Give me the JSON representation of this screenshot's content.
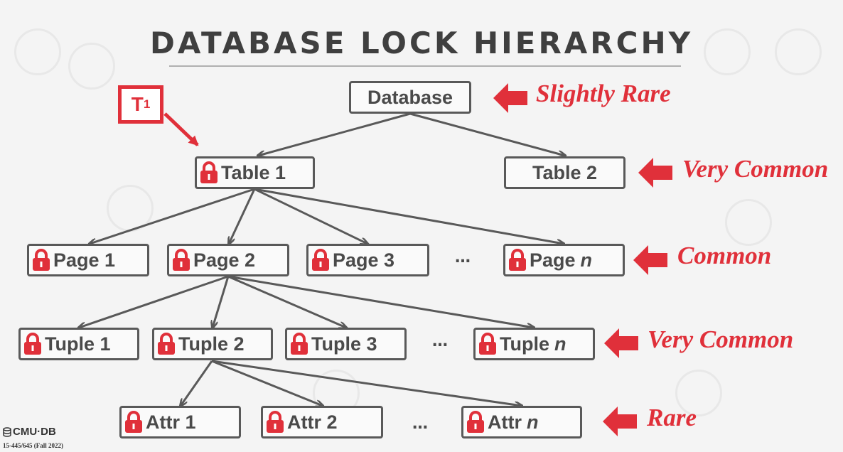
{
  "title": "DATABASE LOCK HIERARCHY",
  "transaction": {
    "label": "T",
    "subscript": "1"
  },
  "nodes": {
    "database": "Database",
    "table1": "Table 1",
    "table2": "Table 2",
    "page1": "Page 1",
    "page2": "Page 2",
    "page3": "Page 3",
    "pageN": {
      "label": "Page",
      "n": "n"
    },
    "tuple1": "Tuple 1",
    "tuple2": "Tuple 2",
    "tuple3": "Tuple 3",
    "tupleN": {
      "label": "Tuple",
      "n": "n"
    },
    "attr1": "Attr 1",
    "attr2": "Attr 2",
    "attrN": {
      "label": "Attr",
      "n": "n"
    }
  },
  "ellipsis": "…",
  "levels": [
    "Slightly Rare",
    "Very Common",
    "Common",
    "Very Common",
    "Rare"
  ],
  "footer": {
    "logo": "CMU·DB",
    "course": "15-445/645 (Fall 2022)"
  },
  "colors": {
    "accent": "#e0303a",
    "node_border": "#595959",
    "text": "#4a4a4a",
    "background": "#f4f4f4"
  }
}
